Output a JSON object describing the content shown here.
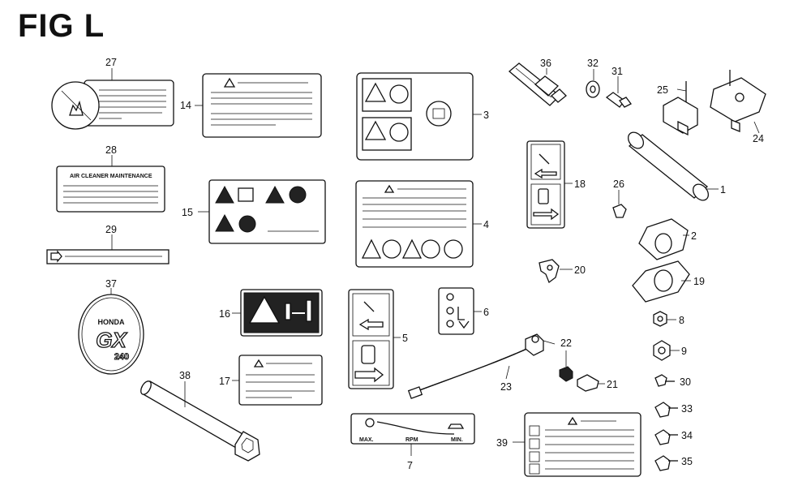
{
  "figure": {
    "title": "FIG L"
  },
  "labels": {
    "air_cleaner": "AIR CLEANER MAINTENANCE",
    "emblem_brand": "HONDA",
    "emblem_model": "GX",
    "emblem_sub": "240",
    "throttle_left": "MAX.",
    "throttle_mid": "RPM",
    "throttle_right": "MIN."
  },
  "callouts": [
    "1",
    "2",
    "3",
    "4",
    "5",
    "6",
    "7",
    "8",
    "9",
    "14",
    "15",
    "16",
    "17",
    "18",
    "19",
    "20",
    "21",
    "22",
    "23",
    "24",
    "25",
    "26",
    "27",
    "28",
    "29",
    "30",
    "31",
    "32",
    "33",
    "34",
    "35",
    "36",
    "37",
    "38",
    "39"
  ]
}
